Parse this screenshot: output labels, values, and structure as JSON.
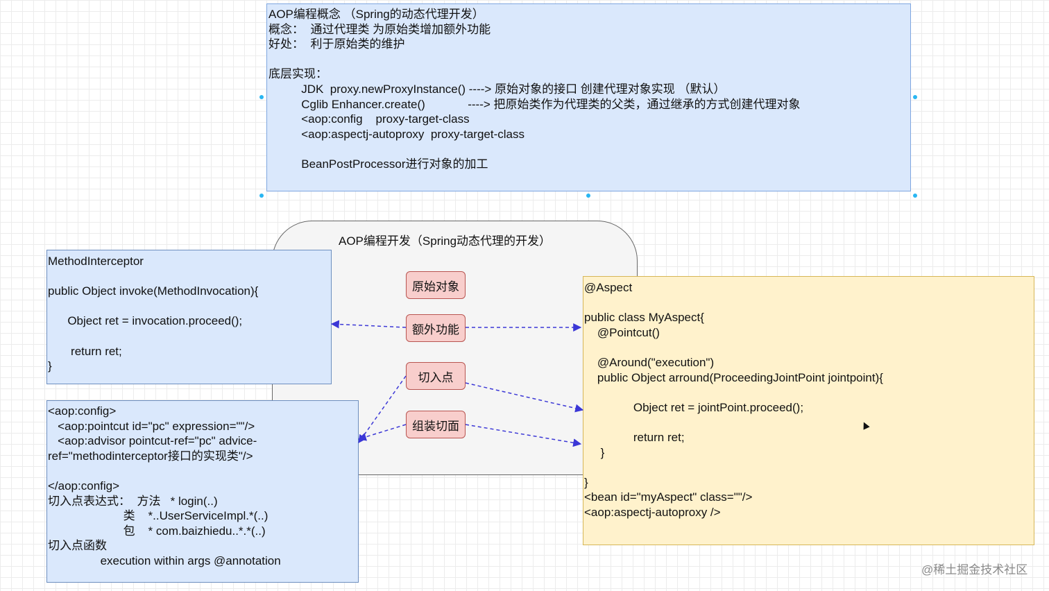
{
  "concept_box": {
    "lines": [
      "AOP编程概念 （Spring的动态代理开发）",
      "概念：  通过代理类 为原始类增加额外功能",
      "好处：  利于原始类的维护",
      "",
      "底层实现：",
      "          JDK  proxy.newProxyInstance() ----> 原始对象的接口 创建代理对象实现 （默认）",
      "          Cglib Enhancer.create()             ----> 把原始类作为代理类的父类，通过继承的方式创建代理对象",
      "          <aop:config    proxy-target-class",
      "          <aop:aspectj-autoproxy  proxy-target-class",
      "",
      "          BeanPostProcessor进行对象的加工"
    ]
  },
  "center_box": {
    "title": "AOP编程开发（Spring动态代理的开发）",
    "items": [
      "原始对象",
      "额外功能",
      "切入点",
      "组装切面"
    ]
  },
  "method_interceptor_box": {
    "lines": [
      "MethodInterceptor",
      "",
      "public Object invoke(MethodInvocation){",
      "",
      "      Object ret = invocation.proceed();",
      "",
      "       return ret;",
      "}"
    ]
  },
  "aop_config_box": {
    "lines": [
      "<aop:config>",
      "   <aop:pointcut id=\"pc\" expression=\"\"/>",
      "   <aop:advisor pointcut-ref=\"pc\" advice-",
      "ref=\"methodinterceptor接口的实现类\"/>",
      "",
      "</aop:config>",
      "切入点表达式：  方法   * login(..)",
      "                       类    *..UserServiceImpl.*(..)",
      "                       包    * com.baizhiedu..*.*(..)",
      "切入点函数",
      "                execution within args @annotation"
    ]
  },
  "aspect_box": {
    "lines": [
      "@Aspect",
      "",
      "public class MyAspect{",
      "    @Pointcut()",
      "",
      "    @Around(\"execution\")",
      "    public Object arround(ProceedingJointPoint jointpoint){",
      "",
      "               Object ret = jointPoint.proceed();",
      "",
      "               return ret;",
      "     }",
      "",
      "}",
      "<bean id=\"myAspect\" class=\"\"/>",
      "<aop:aspectj-autoproxy />"
    ]
  },
  "watermark": "@稀土掘金技术社区",
  "colors": {
    "blue_fill": "#dae8fc",
    "yellow_fill": "#fff2cc",
    "pink_fill": "#f8cecc",
    "gray_fill": "#f5f5f5",
    "arrow": "#3b37d6",
    "handle": "#29b6f2"
  }
}
